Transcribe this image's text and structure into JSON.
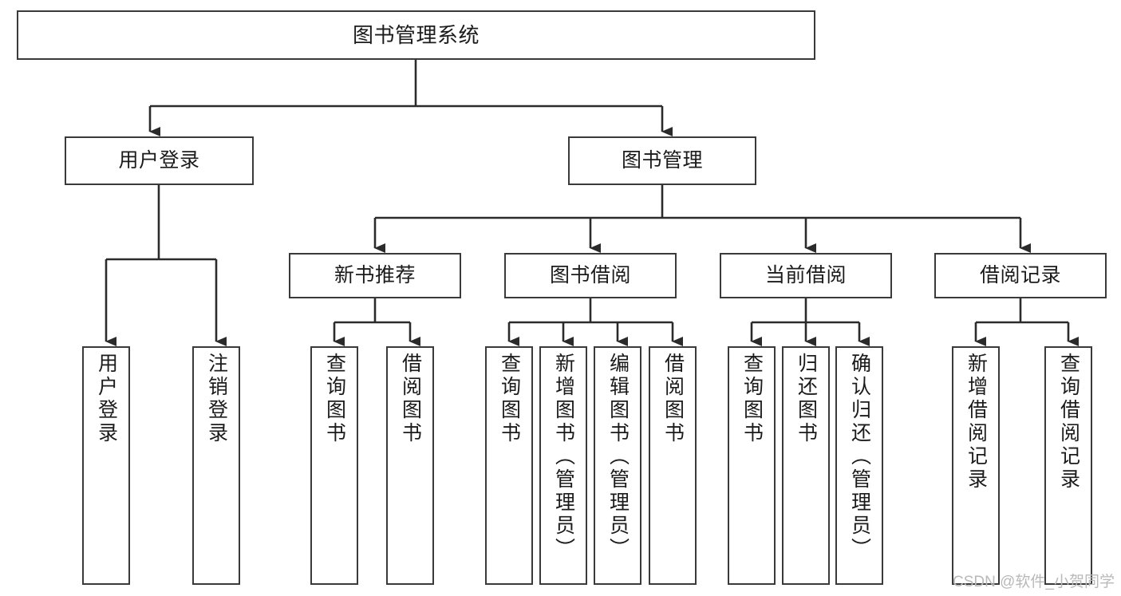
{
  "diagram": {
    "title": "图书管理系统",
    "type": "tree-hierarchy-diagram",
    "colors": {
      "box_border": "#3a3a3a",
      "box_fill": "#ffffff",
      "edge": "#2b2b2b",
      "text": "#1b1b1b",
      "watermark": "#b9b9b9"
    },
    "root": {
      "label": "图书管理系统"
    },
    "level2": [
      {
        "label": "用户登录"
      },
      {
        "label": "图书管理"
      }
    ],
    "level3": [
      {
        "label": "新书推荐"
      },
      {
        "label": "图书借阅"
      },
      {
        "label": "当前借阅"
      },
      {
        "label": "借阅记录"
      }
    ],
    "leaves": {
      "user_login": [
        {
          "label": "用户登录"
        },
        {
          "label": "注销登录"
        }
      ],
      "new_book_recommend": [
        {
          "label": "查询图书"
        },
        {
          "label": "借阅图书"
        }
      ],
      "book_borrow": [
        {
          "label": "查询图书"
        },
        {
          "label": "新增图书（管理员）"
        },
        {
          "label": "编辑图书（管理员）"
        },
        {
          "label": "借阅图书"
        }
      ],
      "current_borrow": [
        {
          "label": "查询图书"
        },
        {
          "label": "归还图书"
        },
        {
          "label": "确认归还（管理员）"
        }
      ],
      "borrow_record": [
        {
          "label": "新增借阅记录"
        },
        {
          "label": "查询借阅记录"
        }
      ]
    }
  },
  "watermark": {
    "text": "CSDN @软件_小贺同学"
  }
}
